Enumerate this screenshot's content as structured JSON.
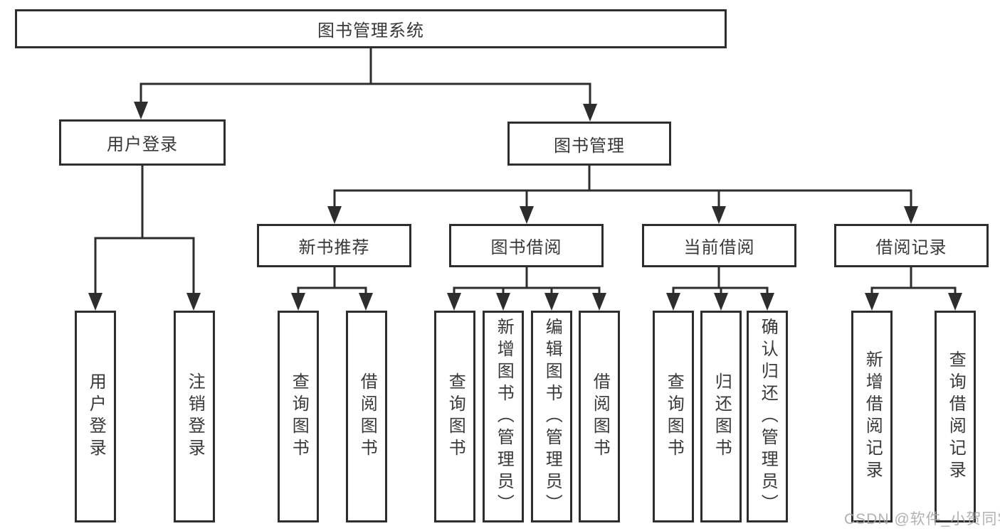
{
  "diagram": {
    "title": "图书管理系统",
    "branches": [
      {
        "label": "用户登录",
        "children": [
          {
            "label": "用户登录"
          },
          {
            "label": "注销登录"
          }
        ]
      },
      {
        "label": "图书管理",
        "children": [
          {
            "label": "新书推荐",
            "children": [
              {
                "label": "查询图书"
              },
              {
                "label": "借阅图书"
              }
            ]
          },
          {
            "label": "图书借阅",
            "children": [
              {
                "label": "查询图书"
              },
              {
                "label": "新增图书（管理员）"
              },
              {
                "label": "编辑图书（管理员）"
              },
              {
                "label": "借阅图书"
              }
            ]
          },
          {
            "label": "当前借阅",
            "children": [
              {
                "label": "查询图书"
              },
              {
                "label": "归还图书"
              },
              {
                "label": "确认归还（管理员）"
              }
            ]
          },
          {
            "label": "借阅记录",
            "children": [
              {
                "label": "新增借阅记录"
              },
              {
                "label": "查询借阅记录"
              }
            ]
          }
        ]
      }
    ]
  },
  "colors": {
    "line": "#2d2d2d",
    "text": "#383838",
    "watermark": "#a6a6a6"
  },
  "watermark": "CSDN @软件_小贺同学"
}
